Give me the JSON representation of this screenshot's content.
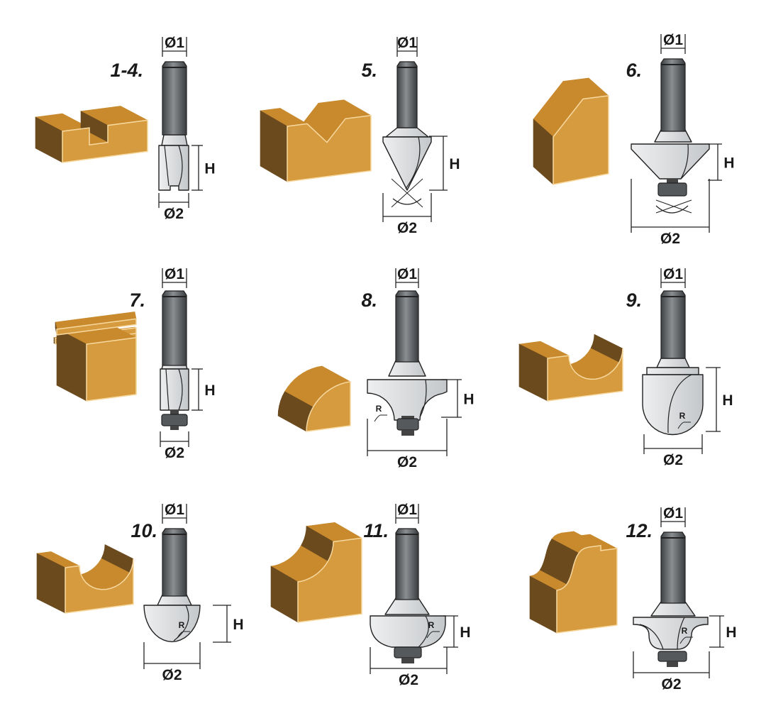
{
  "title": "Router bit profiles",
  "colors": {
    "wood_front": "#D69A3F",
    "wood_top": "#C98A2E",
    "wood_side": "#6B4A1E",
    "shank": "#6E7275",
    "cutter": "#D5D7D9",
    "outline": "#222222"
  },
  "cells": [
    {
      "number": "1-4.",
      "d1": "Ø1",
      "d2": "Ø2",
      "h": "H",
      "r": null
    },
    {
      "number": "5.",
      "d1": "Ø1",
      "d2": "Ø2",
      "h": "H",
      "r": null
    },
    {
      "number": "6.",
      "d1": "Ø1",
      "d2": "Ø2",
      "h": "H",
      "r": null
    },
    {
      "number": "7.",
      "d1": "Ø1",
      "d2": "Ø2",
      "h": "H",
      "r": null
    },
    {
      "number": "8.",
      "d1": "Ø1",
      "d2": "Ø2",
      "h": "H",
      "r": "R"
    },
    {
      "number": "9.",
      "d1": "Ø1",
      "d2": "Ø2",
      "h": "H",
      "r": "R"
    },
    {
      "number": "10.",
      "d1": "Ø1",
      "d2": "Ø2",
      "h": "H",
      "r": "R"
    },
    {
      "number": "11.",
      "d1": "Ø1",
      "d2": "Ø2",
      "h": "H",
      "r": "R"
    },
    {
      "number": "12.",
      "d1": "Ø1",
      "d2": "Ø2",
      "h": "H",
      "r": "R"
    }
  ]
}
